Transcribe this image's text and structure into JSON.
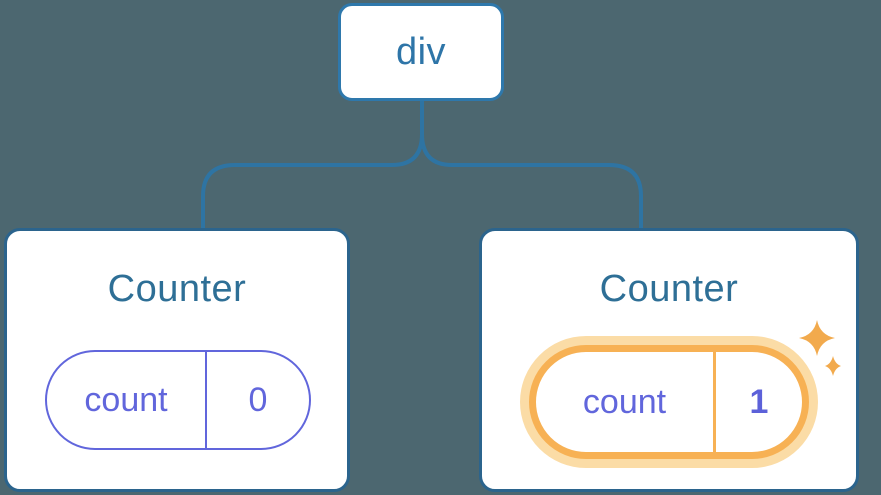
{
  "diagram": {
    "description": "React component tree diagram: a div root element with two Counter children, each holding a count state pill; the second Counter's state was just updated (highlighted with sparkles)",
    "tree": {
      "root": {
        "label": "div"
      },
      "children": [
        {
          "title": "Counter",
          "state": {
            "key": "count",
            "value": "0"
          },
          "highlighted": false
        },
        {
          "title": "Counter",
          "state": {
            "key": "count",
            "value": "1"
          },
          "highlighted": true
        }
      ]
    },
    "colors": {
      "background": "#4C6770",
      "node_fill": "#FFFFFF",
      "node_border_blue": "#2E78AC",
      "card_border_blue": "#2B648D",
      "connector_blue": "#2E74A3",
      "label_blue": "#2E75A8",
      "title_blue": "#2E6F96",
      "state_purple": "#6166DC",
      "highlight_orange": "#F7B154",
      "highlight_glow": "#FBDCA6",
      "sparkle_orange": "#F2AA4D"
    },
    "icons": {
      "sparkle_large": "sparkle-icon",
      "sparkle_small": "sparkle-icon"
    }
  }
}
